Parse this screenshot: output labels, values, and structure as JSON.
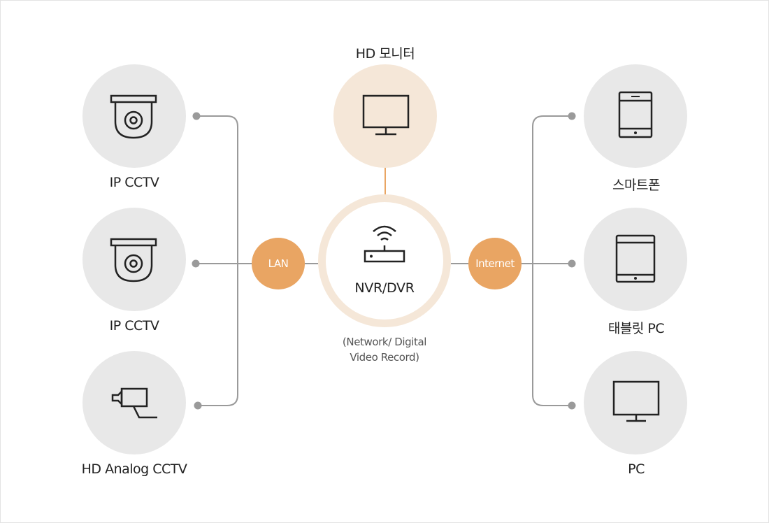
{
  "colors": {
    "node_bg": "#e8e8e8",
    "warm_bg": "#f5e7d8",
    "accent": "#e9a563",
    "line": "#999999",
    "line_accent": "#e9a563"
  },
  "monitor": {
    "label": "HD 모니터",
    "icon": "monitor-icon"
  },
  "hub": {
    "title": "NVR/DVR",
    "sub_line1": "(Network/ Digital",
    "sub_line2": "Video Record)",
    "icon": "router-wifi-icon"
  },
  "left_link": {
    "label": "LAN"
  },
  "right_link": {
    "label": "Internet"
  },
  "left_devices": [
    {
      "label": "IP CCTV",
      "icon": "dome-camera-icon"
    },
    {
      "label": "IP CCTV",
      "icon": "dome-camera-icon"
    },
    {
      "label": "HD Analog CCTV",
      "icon": "bullet-camera-icon"
    }
  ],
  "right_devices": [
    {
      "label": "스마트폰",
      "icon": "smartphone-icon"
    },
    {
      "label": "태블릿 PC",
      "icon": "tablet-icon"
    },
    {
      "label": "PC",
      "icon": "pc-monitor-icon"
    }
  ]
}
